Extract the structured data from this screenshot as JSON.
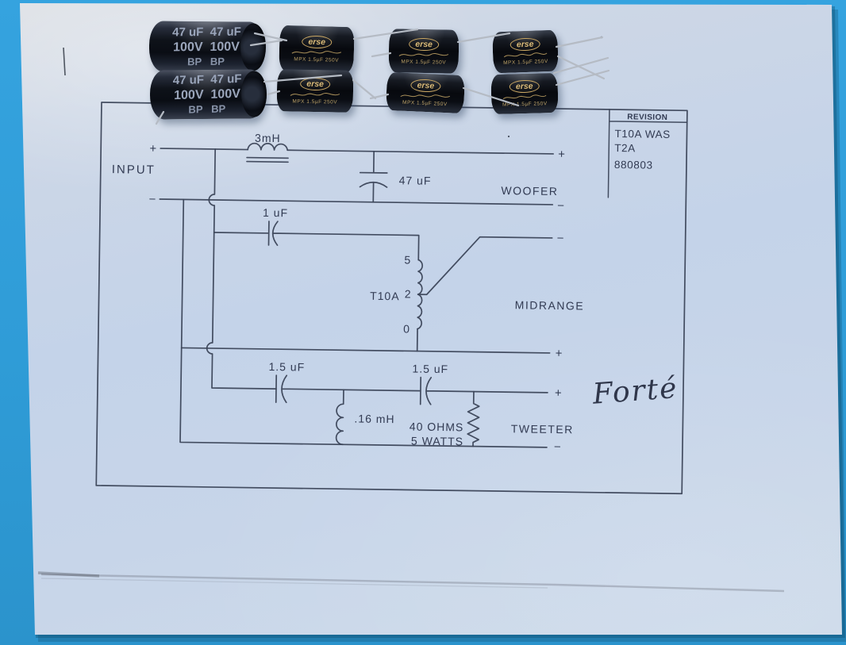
{
  "scene": {
    "background_color": "#2f9cd7",
    "paper_color": "#c6d4e9",
    "line_color": "#3b4458"
  },
  "photo_components": {
    "electrolytic_row1": {
      "value_line": "47 uF  47 uF",
      "voltage_line": "100V  100V",
      "type_line": "BP   BP"
    },
    "electrolytic_row2": {
      "value_line": "47 uF  47 uF",
      "voltage_line": "100V  100V",
      "type_line": "BP   BP"
    },
    "film_brand": "erse",
    "film_marking": "MPX 1.5µF 250V"
  },
  "schematic": {
    "input_label": "INPUT",
    "plus": "+",
    "minus": "−",
    "woofer": {
      "inductor_value": "3mH",
      "cap_value": "47 uF",
      "label": "WOOFER"
    },
    "midrange": {
      "cap_value": "1 uF",
      "transformer": "T10A",
      "tap_top": "5",
      "tap_mid": "2",
      "tap_bottom": "0",
      "label": "MIDRANGE"
    },
    "tweeter": {
      "cap1_value": "1.5 uF",
      "cap2_value": "1.5 uF",
      "inductor_value": ".16 mH",
      "resistor_line1": "40 OHMS",
      "resistor_line2": "5 WATTS",
      "label": "TWEETER"
    },
    "revision_box": {
      "header": "REVISION",
      "entry1": "T10A WAS",
      "entry2": "T2A",
      "entry3": "880803"
    },
    "handwritten_note": "Forté"
  }
}
